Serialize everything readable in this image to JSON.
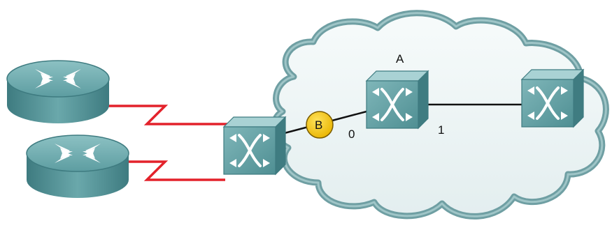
{
  "labels": {
    "switch_a": "A",
    "port_0": "0",
    "port_1": "1",
    "point_b": "B"
  },
  "colors": {
    "cloud_fill": "#eef6f6",
    "cloud_outline": "#6f9fa3",
    "router_body": "#4e8f93",
    "switch_body": "#5c9ea2",
    "serial_link": "#e3222b",
    "ethernet_link": "#111111",
    "marker_fill": "#f6c713"
  },
  "icons": {
    "router_top": "router-icon",
    "router_bottom": "router-icon",
    "edge_switch": "atm-switch-icon",
    "switch_a": "atm-switch-icon",
    "switch_right": "atm-switch-icon",
    "serial_links": "lightning-link-icon",
    "cloud": "cloud-icon"
  }
}
